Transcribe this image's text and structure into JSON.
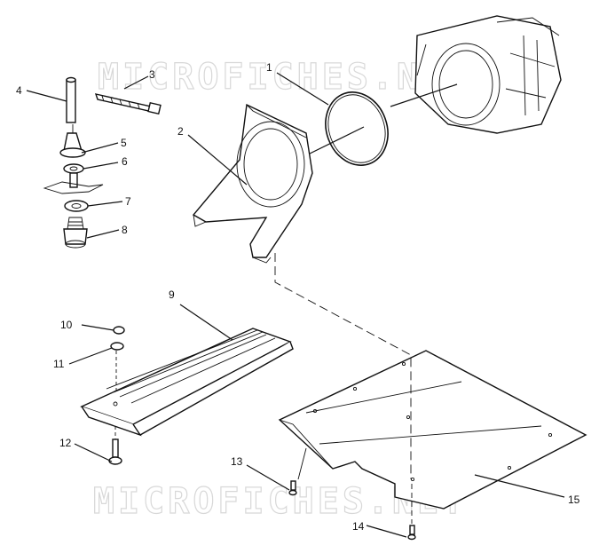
{
  "watermark": {
    "top": "MICROFICHES.NET",
    "bottom": "MICROFICHES.NET"
  },
  "callouts": [
    {
      "id": "1",
      "label": "1"
    },
    {
      "id": "2",
      "label": "2"
    },
    {
      "id": "3",
      "label": "3"
    },
    {
      "id": "4",
      "label": "4"
    },
    {
      "id": "5",
      "label": "5"
    },
    {
      "id": "6",
      "label": "6"
    },
    {
      "id": "7",
      "label": "7"
    },
    {
      "id": "8",
      "label": "8"
    },
    {
      "id": "9",
      "label": "9"
    },
    {
      "id": "10",
      "label": "10"
    },
    {
      "id": "11",
      "label": "11"
    },
    {
      "id": "12",
      "label": "12"
    },
    {
      "id": "13",
      "label": "13"
    },
    {
      "id": "14",
      "label": "14"
    },
    {
      "id": "15",
      "label": "15"
    }
  ]
}
